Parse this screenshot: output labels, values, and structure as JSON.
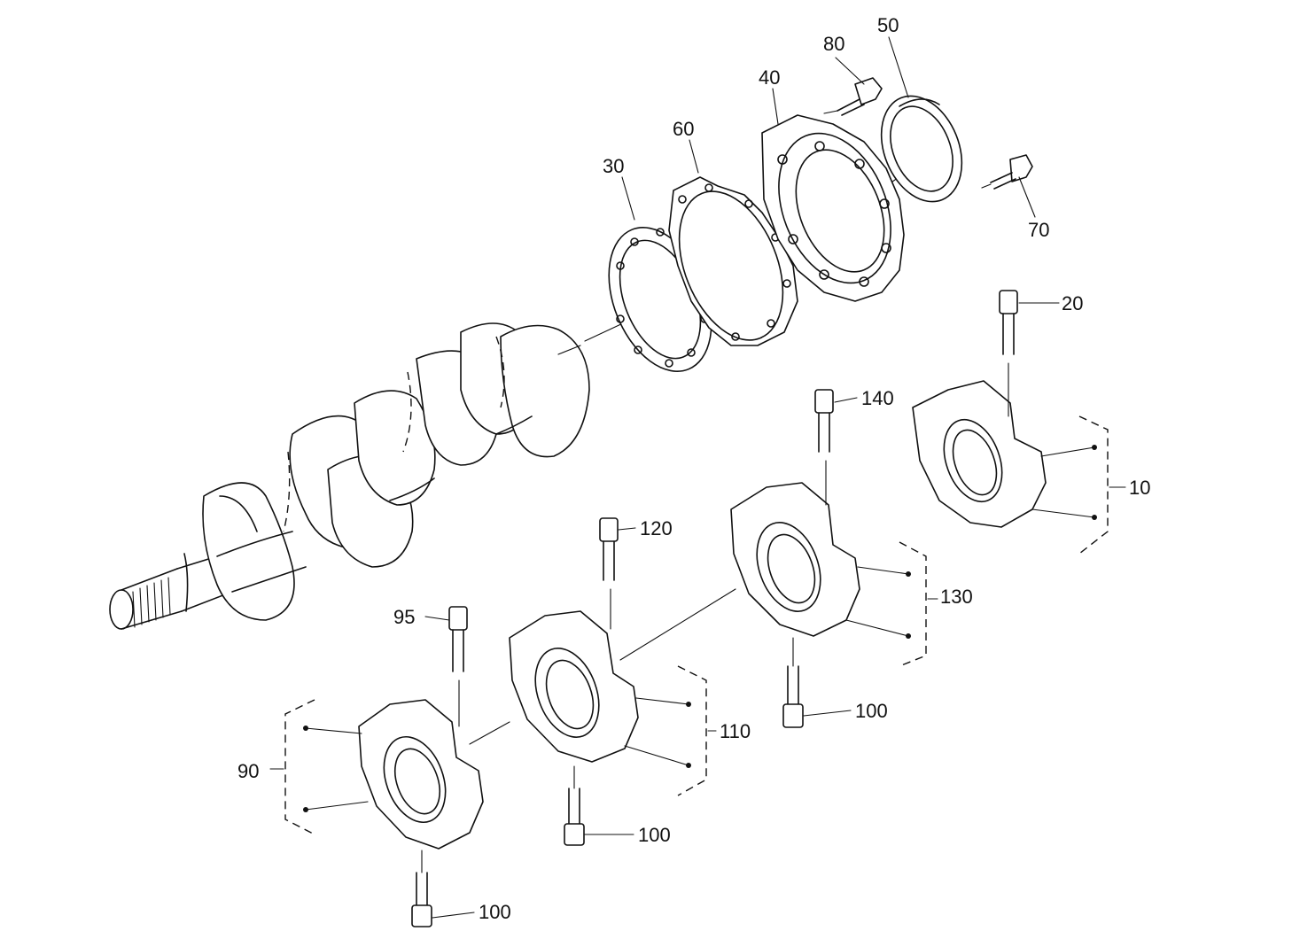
{
  "callouts": {
    "c10": "10",
    "c20": "20",
    "c30": "30",
    "c40": "40",
    "c50": "50",
    "c60": "60",
    "c70": "70",
    "c80": "80",
    "c90": "90",
    "c95": "95",
    "c100a": "100",
    "c100b": "100",
    "c100c": "100",
    "c110": "110",
    "c120": "120",
    "c130": "130",
    "c140": "140"
  },
  "colors": {
    "line": "#111111",
    "background": "#ffffff"
  }
}
